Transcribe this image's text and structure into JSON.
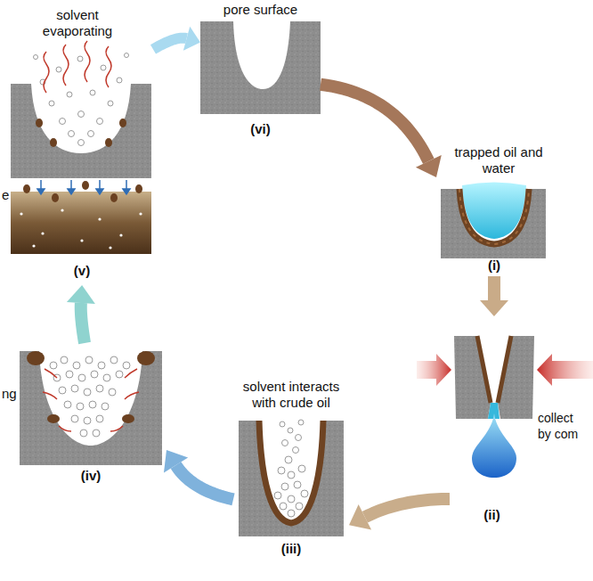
{
  "diagram": {
    "nodes": [
      {
        "text": [
          "trapped oil and water",
          "(i)"
        ]
      },
      {
        "text": [
          "collect by com",
          "(ii)"
        ]
      },
      {
        "text": [
          "solvent interacts with crude oil",
          "(iii)"
        ]
      },
      {
        "text": [
          "ng",
          "(iv)"
        ]
      },
      {
        "text": [
          "solvent evaporating",
          "e",
          "(v)"
        ]
      },
      {
        "text": [
          "pore surface",
          "(vi)"
        ]
      }
    ],
    "edges": [
      {
        "from": 0,
        "to": 1,
        "arrow": "to"
      },
      {
        "from": 1,
        "to": 2,
        "arrow": "to"
      },
      {
        "from": 2,
        "to": 3,
        "arrow": "to"
      },
      {
        "from": 3,
        "to": 4,
        "arrow": "to"
      },
      {
        "from": 4,
        "to": 5,
        "arrow": "to"
      },
      {
        "from": 5,
        "to": 0,
        "arrow": "to"
      }
    ]
  }
}
